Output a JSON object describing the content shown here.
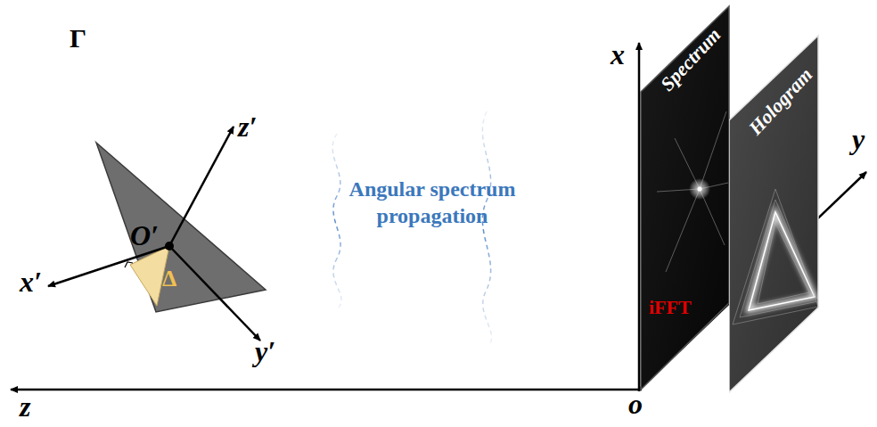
{
  "diagram": {
    "nodes": [
      {
        "text": [
          "Spectrum"
        ]
      },
      {
        "text": [
          "Hologram"
        ]
      }
    ],
    "edges": [
      {
        "from": 0,
        "to": 1,
        "arrow": "to",
        "label": "iFFT"
      }
    ],
    "labels": [
      "x",
      "y",
      "z",
      "o",
      "Γ",
      "z′",
      "O′",
      "x′",
      "y′",
      "Δ",
      "Angular spectrum propagation"
    ]
  }
}
